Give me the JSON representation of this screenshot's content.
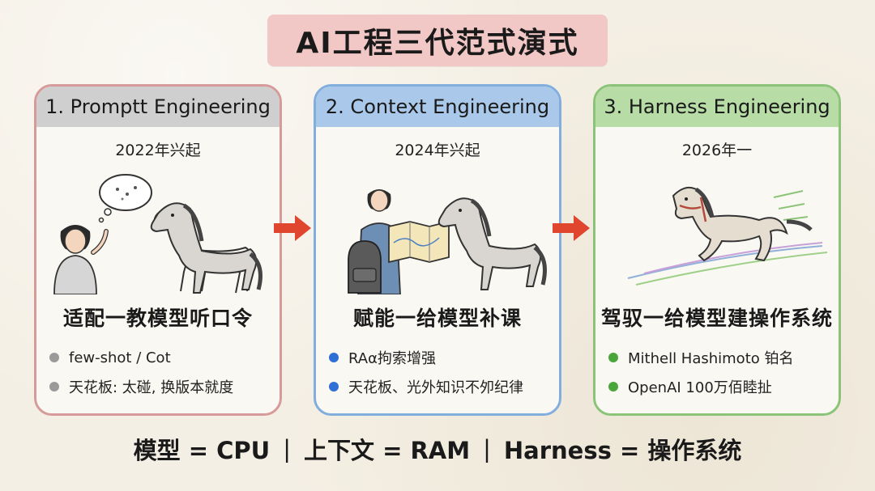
{
  "title": "AI工程三代范式演式",
  "colors": {
    "panel1_border": "#d69a9a",
    "panel1_header": "#cfcfcf",
    "panel2_border": "#82aede",
    "panel2_header": "#aac9ea",
    "panel3_border": "#8bc479",
    "panel3_header": "#b7dca6",
    "arrow": "#e0452e",
    "bullet_gray": "#9a9a9a",
    "bullet_blue": "#2f6fd6",
    "bullet_green": "#4aa63a"
  },
  "panels": [
    {
      "header": "1. Promptt Engineering",
      "year": "2022年兴起",
      "subtitle": "适配一教模型听口令",
      "bullets": [
        "few-shot / Cot",
        "天花板: 太碰, 换版本就度"
      ]
    },
    {
      "header": "2. Context Engineering",
      "year": "2024年兴起",
      "subtitle": "赋能一给模型补课",
      "bullets": [
        "RAα拘索增强",
        "天花板、光外知识不夘纪律"
      ]
    },
    {
      "header": "3. Harness Engineering",
      "year": "2026年一",
      "subtitle": "驾驭一给模型建操作系统",
      "bullets": [
        "Mithell Hashimoto 铂名",
        "OpenAI 100万佰睦扯"
      ]
    }
  ],
  "footer": {
    "part1": "模型 = CPU",
    "part2": "上下文 = RAM",
    "part3": "Harness = 操作系统",
    "separator": "|"
  },
  "icons": [
    "thought-bubble-icon",
    "person-icon",
    "horse-icon",
    "map-icon",
    "backpack-icon",
    "harness-horse-icon",
    "arrow-right-icon"
  ]
}
